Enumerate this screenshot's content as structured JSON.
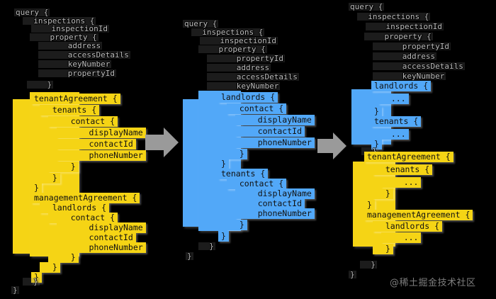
{
  "diagram": {
    "title": "GraphQL query restructuring sequence",
    "colors": {
      "background": "#000000",
      "highlight_yellow": "#F5D415",
      "highlight_blue": "#52A8F8",
      "arrow_gray": "#9a9a9a",
      "ghost_text": "#efefef"
    },
    "watermark": "@稀土掘金技术社区"
  },
  "stages": [
    {
      "id": "stage-1",
      "name": "original-query",
      "ghost_lines": [
        "query {",
        "  inspections {",
        "    inspectionId",
        "    property {",
        "      address",
        "      accessDetails",
        "      keyNumber",
        "      propertyId",
        "    }"
      ],
      "highlight_color": "yellow",
      "code_lines": [
        "tenantAgreement {",
        "  tenants {",
        "    contact {",
        "      displayName",
        "      contactId",
        "      phoneNumber",
        "    }",
        "  }",
        "}",
        "managementAgreement {",
        "  landlords {",
        "    contact {",
        "      displayName",
        "      contactId",
        "      phoneNumber",
        "    }",
        "  }",
        "}"
      ],
      "ghost_tail_lines": [
        "  }",
        "}"
      ]
    },
    {
      "id": "stage-2",
      "name": "flattened-query",
      "ghost_lines": [
        "query {",
        "  inspections {",
        "    inspectionId",
        "    property {",
        "      propertyId",
        "      address",
        "      accessDetails",
        "      keyNumber"
      ],
      "highlight_color": "blue",
      "code_lines": [
        "landlords {",
        "  contact {",
        "    displayName",
        "    contactId",
        "    phoneNumber",
        "  }",
        "}",
        "tenants {",
        "  contact {",
        "    displayName",
        "    contactId",
        "    phoneNumber",
        "  }",
        "}"
      ],
      "ghost_tail_lines": [
        "  }",
        "}"
      ]
    },
    {
      "id": "stage-3",
      "name": "merged-query",
      "ghost_lines": [
        "query {",
        "  inspections {",
        "    inspectionId",
        "    property {",
        "      propertyId",
        "      address",
        "      accessDetails",
        "      keyNumber"
      ],
      "highlight_color": "mixed",
      "code_lines_blue": [
        "landlords {",
        "  ...",
        "}",
        "tenants {",
        "  ...",
        "}"
      ],
      "code_lines_yellow": [
        "tenantAgreement {",
        "  tenants {",
        "    ...",
        "  }",
        "}",
        "managementAgreement {",
        "  landlords {",
        "    ...",
        "  }",
        "}"
      ],
      "ghost_tail_lines": [
        "  }",
        "}"
      ]
    }
  ],
  "arrows": [
    {
      "id": "arrow-1",
      "name": "transform-arrow-1",
      "direction": "right"
    },
    {
      "id": "arrow-2",
      "name": "transform-arrow-2",
      "direction": "right"
    }
  ]
}
